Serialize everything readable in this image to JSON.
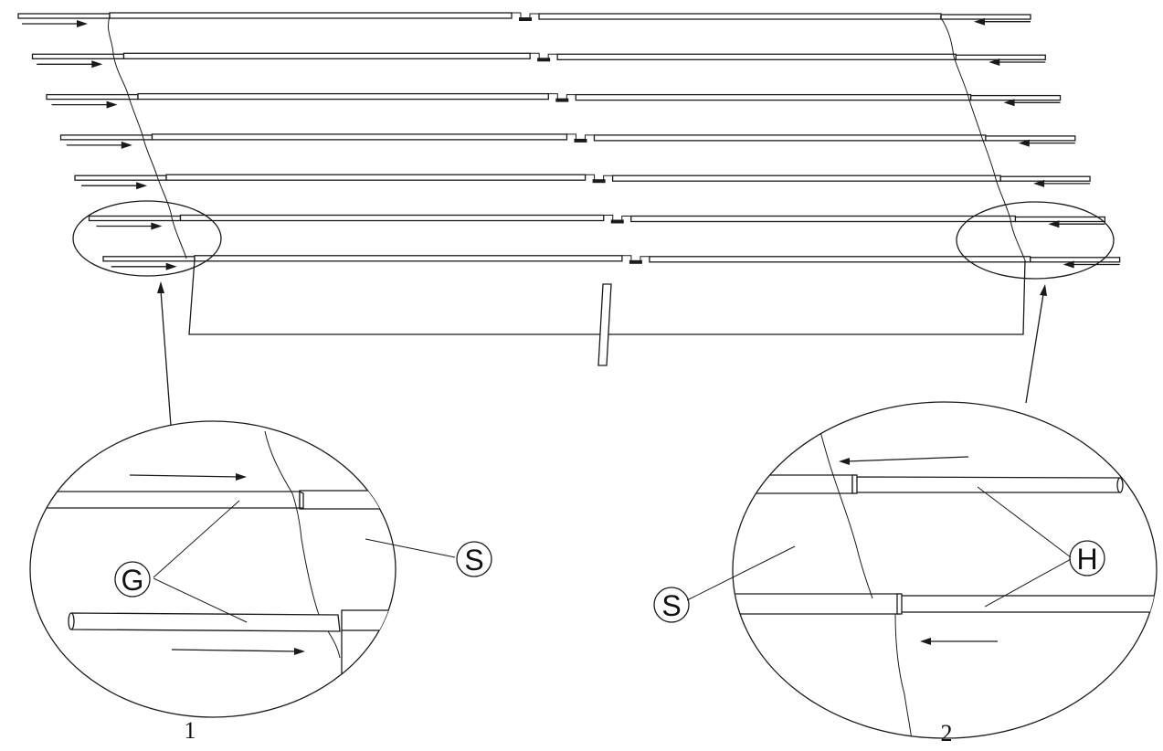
{
  "labels": {
    "detail1_parts": "G",
    "detail1_fabric": "S",
    "detail2_parts": "H",
    "detail2_fabric": "S"
  },
  "steps": {
    "step1": "1",
    "step2": "2"
  },
  "diagram": {
    "rows": 7,
    "left_arrow_direction": "right",
    "right_arrow_direction": "left"
  }
}
